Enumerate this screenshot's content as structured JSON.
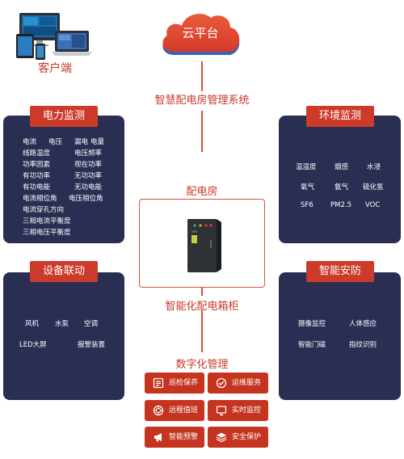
{
  "client": {
    "label": "客户端"
  },
  "cloud": {
    "label": "云平台"
  },
  "system": {
    "title": "智慧配电房管理系统"
  },
  "room": {
    "label": "配电房"
  },
  "cabinet": {
    "label": "智能化配电箱柜"
  },
  "digital": {
    "label": "数字化管理"
  },
  "power": {
    "title": "电力监测",
    "items": [
      "电流",
      "电压",
      "漏电",
      "电量",
      "线路温度",
      "电压频率",
      "功率因素",
      "视在功率",
      "有功功率",
      "无功功率",
      "有功电能",
      "无功电能",
      "电流相位角",
      "电压相位角",
      "电流穿孔方向",
      "三相电流平衡度",
      "三相电压平衡度"
    ]
  },
  "env": {
    "title": "环境监测",
    "items": [
      "温湿度",
      "烟感",
      "水浸",
      "氧气",
      "氨气",
      "硫化氢",
      "SF6",
      "PM2.5",
      "VOC"
    ]
  },
  "linkage": {
    "title": "设备联动",
    "items": [
      "风机",
      "水泵",
      "空调",
      "LED大屏",
      "报警装置"
    ]
  },
  "security": {
    "title": "智能安防",
    "items": [
      "摄像监控",
      "人体感应",
      "智能门磁",
      "指纹识别"
    ]
  },
  "buttons": [
    {
      "label": "巡检保养",
      "icon": "inspection-icon"
    },
    {
      "label": "运维服务",
      "icon": "maintenance-icon"
    },
    {
      "label": "远程值班",
      "icon": "remote-duty-icon"
    },
    {
      "label": "实时监控",
      "icon": "realtime-monitor-icon"
    },
    {
      "label": "智能预警",
      "icon": "megaphone-icon"
    },
    {
      "label": "安全保护",
      "icon": "layers-icon"
    }
  ],
  "colors": {
    "accent": "#c8382a",
    "panel": "#2a2e53",
    "button": "#c4341f"
  }
}
